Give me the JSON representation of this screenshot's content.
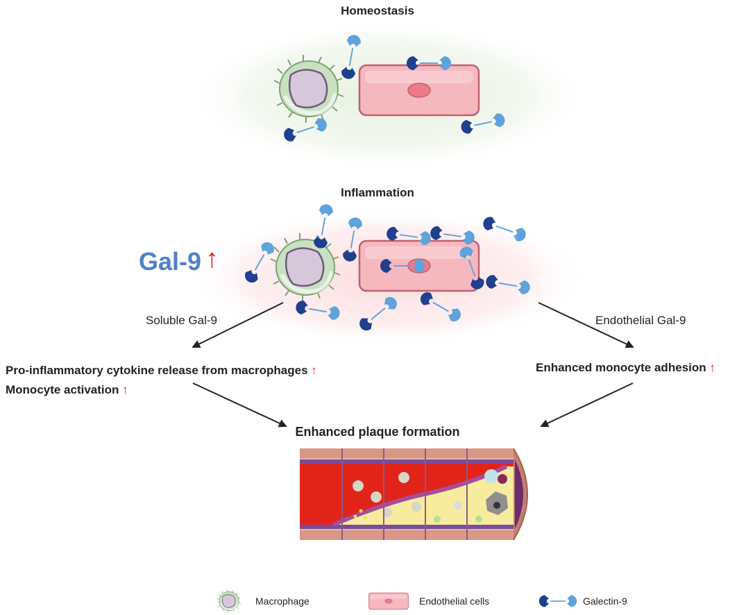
{
  "panels": {
    "homeostasis_title": "Homeostasis",
    "inflammation_title": "Inflammation"
  },
  "gal9": {
    "label": "Gal-9",
    "arrow": "↑"
  },
  "pathways": {
    "soluble": "Soluble Gal-9",
    "endothelial": "Endothelial Gal-9"
  },
  "effects": {
    "left_line1": "Pro-inflammatory  cytokine release from macrophages",
    "left_line2": "Monocyte activation",
    "right_line1": "Enhanced monocyte adhesion",
    "up_arrow": "↑"
  },
  "outcome": {
    "title": "Enhanced plaque formation"
  },
  "legend": {
    "macrophage": "Macrophage",
    "endothelial": "Endothelial cells",
    "galectin": "Galectin-9"
  },
  "colors": {
    "gal_dark": "#1f3f8f",
    "gal_light": "#5fa3dc",
    "endo_fill": "#f6b8bf",
    "endo_stroke": "#c0606e",
    "macro_fill": "#c9e0c2",
    "macro_inner": "#d6c7da",
    "accent_red": "#e8201c",
    "gal9_blue": "#4f81c7"
  }
}
